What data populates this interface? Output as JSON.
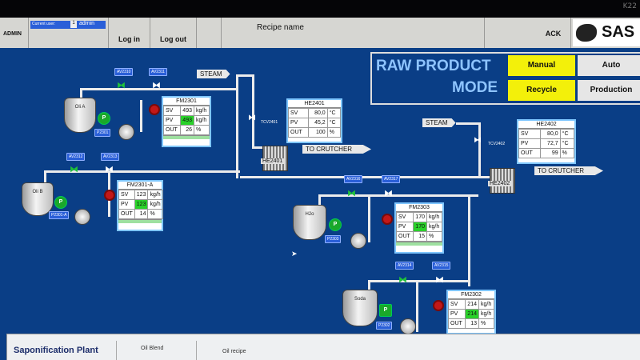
{
  "corner_id": "K22",
  "header": {
    "user_role": "ADMIN",
    "current_user_label": "Current user:",
    "user_index": "1",
    "user_name": "admin",
    "login": "Log in",
    "logout": "Log out",
    "recipe_label": "Recipe name",
    "ack": "ACK",
    "logo": "SAS"
  },
  "mode": {
    "title1": "RAW PRODUCT",
    "title2": "MODE",
    "manual": "Manual",
    "auto": "Auto",
    "recycle": "Recycle",
    "production": "Production"
  },
  "steam": "STEAM",
  "crutcher": "TO CRUTCHER",
  "tanks": {
    "oila": "Oli A",
    "oilb": "Oli B",
    "h2o": "H2o",
    "soda": "Soda"
  },
  "pumps": {
    "p2301": "P2301",
    "p2301a": "P2301-A",
    "p2303": "P2303",
    "p2302": "P2302",
    "p": "P"
  },
  "valves": {
    "av2310": "AV2310",
    "av2311": "AV2311",
    "av2312": "AV2312",
    "av2313": "AV2313",
    "av2316": "AV2316",
    "av2317": "AV2317",
    "av2314": "AV2314",
    "av2315": "AV2315",
    "tcv2401": "TCV2401",
    "tcv2402": "TCV2402"
  },
  "panels": {
    "fm2301": {
      "title": "FM2301",
      "sv": "493",
      "pv": "493",
      "out": "26",
      "u1": "kg/h",
      "u2": "kg/h",
      "u3": "%"
    },
    "fm2301a": {
      "title": "FM2301-A",
      "sv": "123",
      "pv": "123",
      "out": "14",
      "u1": "kg/h",
      "u2": "kg/h",
      "u3": "%"
    },
    "fm2303": {
      "title": "FM2303",
      "sv": "170",
      "pv": "170",
      "out": "15",
      "u1": "kg/h",
      "u2": "kg/h",
      "u3": "%"
    },
    "fm2302": {
      "title": "FM2302",
      "sv": "214",
      "pv": "214",
      "out": "13",
      "u1": "kg/h",
      "u2": "kg/h",
      "u3": "%"
    },
    "he2401": {
      "title": "HE2401",
      "sv": "80,0",
      "pv": "45,2",
      "out": "100",
      "u1": "°C",
      "u2": "°C",
      "u3": "%"
    },
    "he2402": {
      "title": "HE2402",
      "sv": "80,0",
      "pv": "72,7",
      "out": "99",
      "u1": "°C",
      "u2": "°C",
      "u3": "%"
    }
  },
  "row_labels": {
    "sv": "SV",
    "pv": "PV",
    "out": "OUT"
  },
  "hx": {
    "he2401": "HE2401",
    "he2402": "HE2402"
  },
  "bottom": {
    "title": "Saponification Plant",
    "tab1": "Oil Blend",
    "tab2": "Oil recipe"
  }
}
